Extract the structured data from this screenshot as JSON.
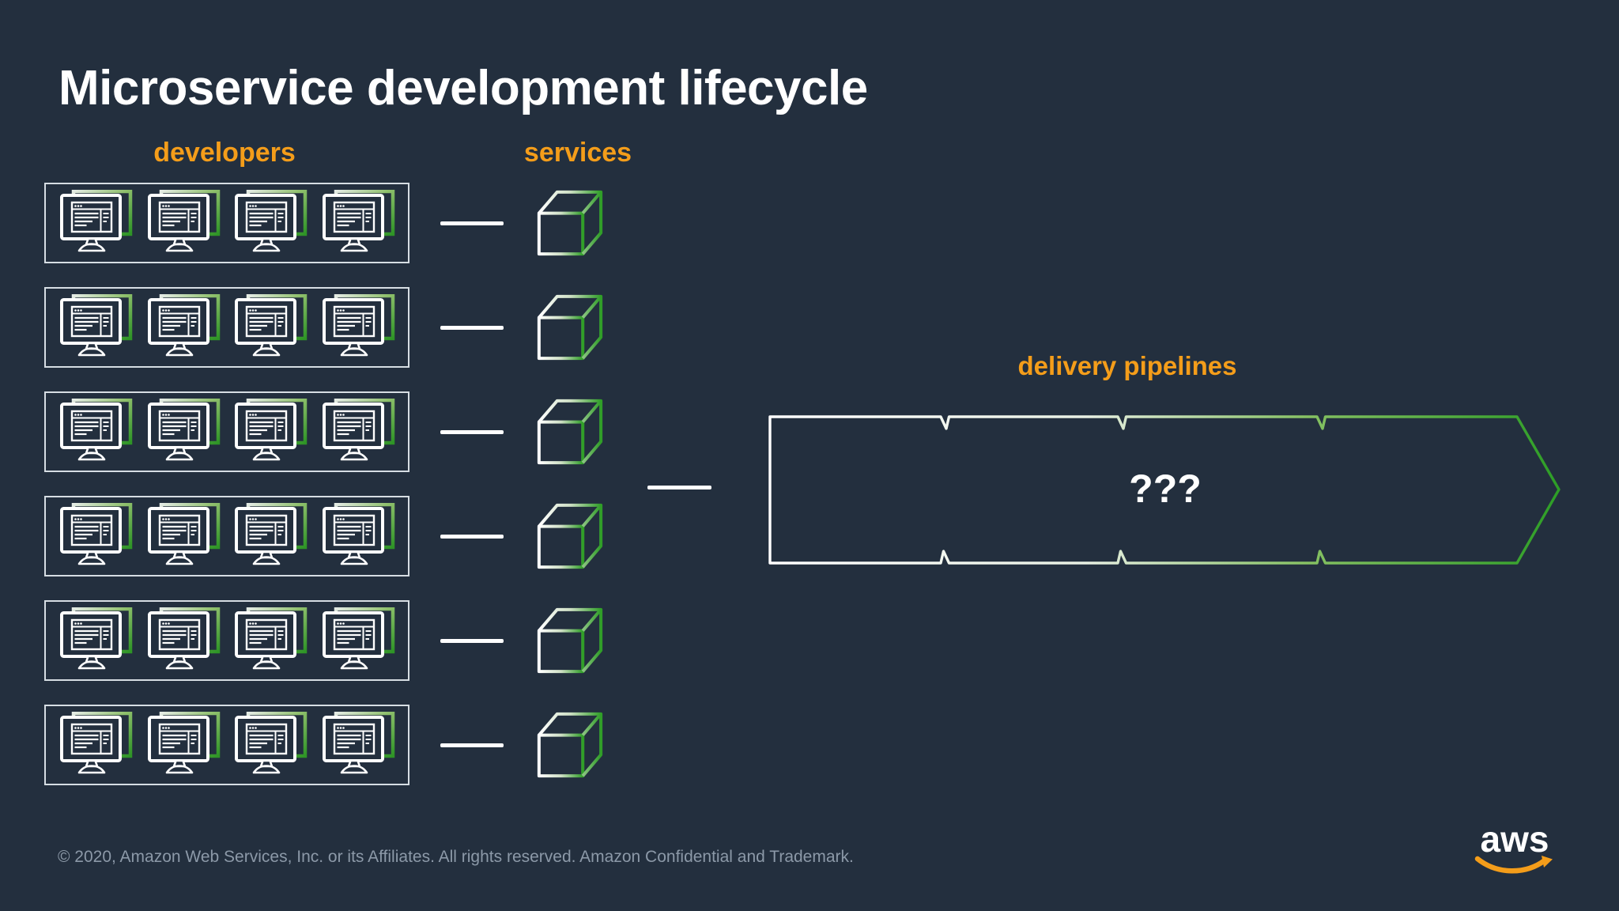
{
  "slide": {
    "title": "Microservice development lifecycle",
    "footer": "© 2020, Amazon Web Services, Inc. or its Affiliates. All rights reserved. Amazon Confidential and Trademark.",
    "logo_text": "aws"
  },
  "labels": {
    "developers": "developers",
    "services": "services",
    "delivery_pipelines": "delivery pipelines"
  },
  "pipeline": {
    "placeholder": "???",
    "segment_separators": 3,
    "shape": "right-pointing arrow band"
  },
  "diagram": {
    "team_rows": 6,
    "monitors_per_row": 4,
    "services_count": 6,
    "row_top_start": 231,
    "row_pitch": 132
  },
  "icons": {
    "workstation": "developer-workstation-icon",
    "service": "service-cube-icon",
    "pipeline": "pipeline-arrow-shape",
    "logo_smile": "aws-smile-icon"
  },
  "colors": {
    "background": "#232F3E",
    "accent_orange": "#F49D1A",
    "accent_green": "#2E9426",
    "pipeline_green": "#2D9E26",
    "white": "#FFFFFF",
    "footer_gray": "#8C99A8",
    "row_border": "#D6DDE3"
  }
}
